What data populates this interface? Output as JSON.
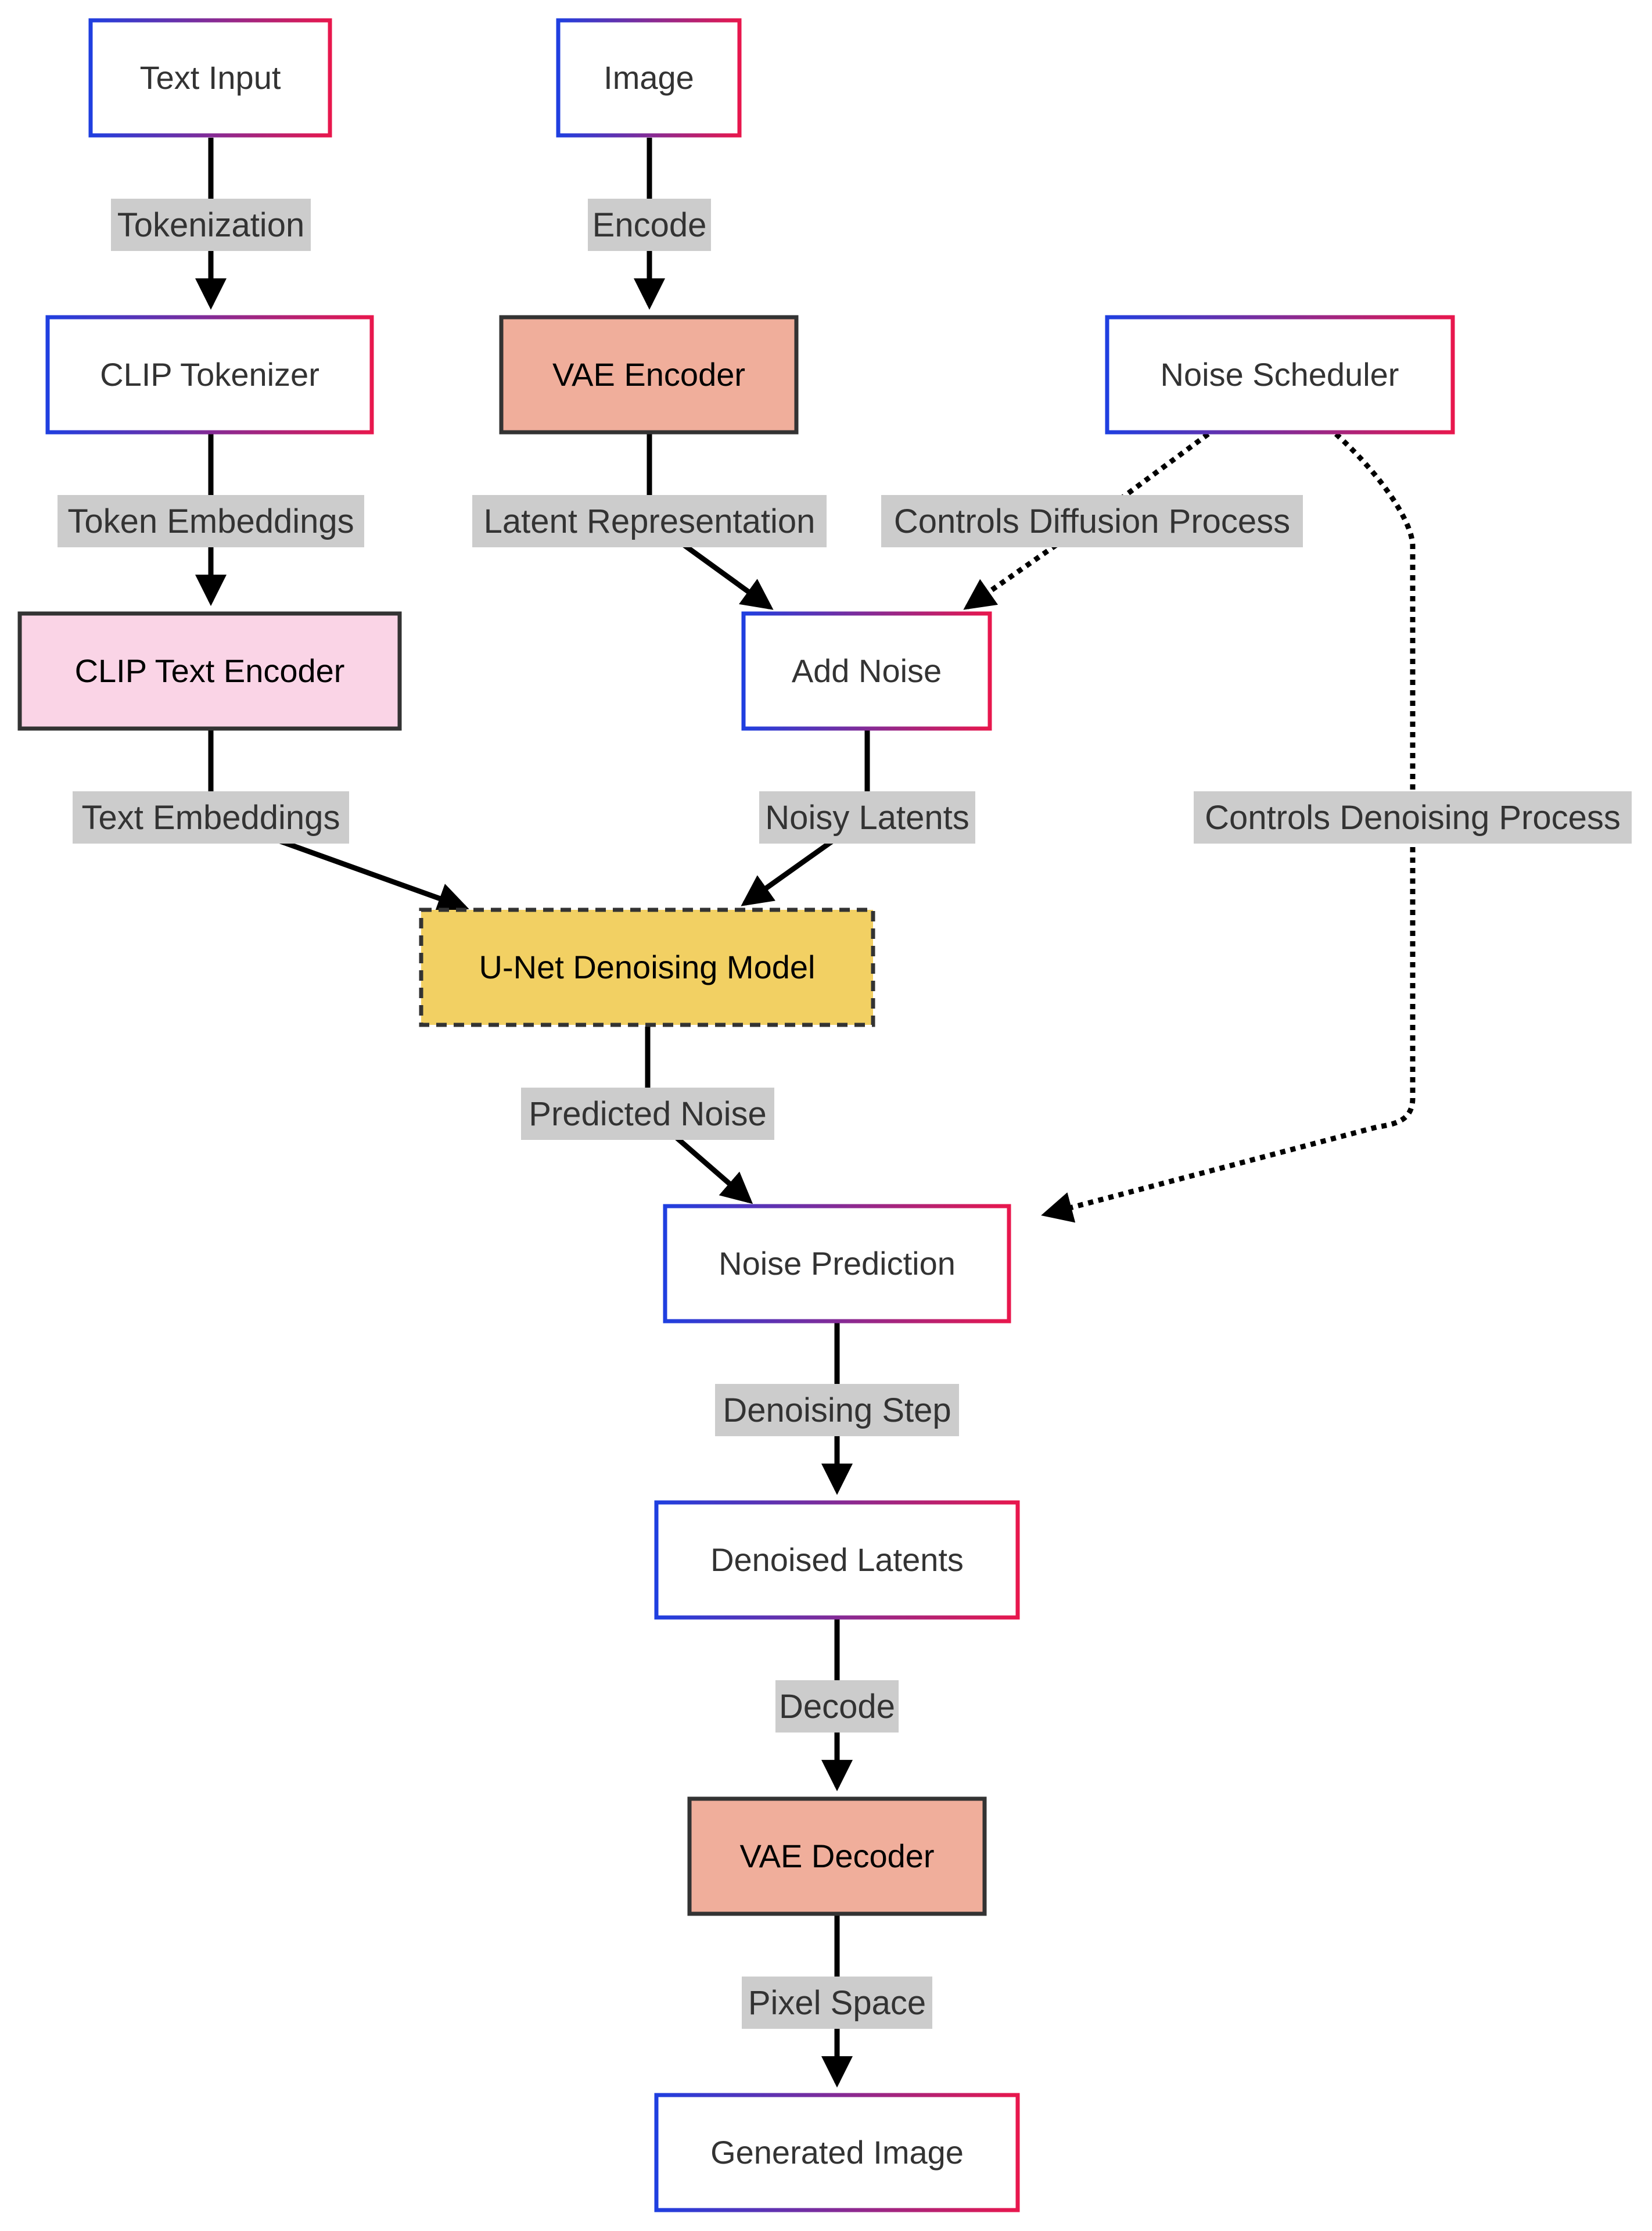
{
  "colors": {
    "gradient_start": "#1f3fe0",
    "gradient_end": "#e8174d",
    "vae_fill": "#f0ae9b",
    "clip_fill": "#fad4e6",
    "unet_fill": "#f2d063",
    "label_bg": "#cccccc",
    "node_border_dark": "#333333"
  },
  "nodes": {
    "text_input": "Text Input",
    "image": "Image",
    "clip_tokenizer": "CLIP Tokenizer",
    "vae_encoder": "VAE Encoder",
    "noise_scheduler": "Noise Scheduler",
    "clip_text_encoder": "CLIP Text Encoder",
    "add_noise": "Add Noise",
    "unet": "U-Net Denoising Model",
    "noise_prediction": "Noise Prediction",
    "denoised_latents": "Denoised Latents",
    "vae_decoder": "VAE Decoder",
    "generated_image": "Generated Image"
  },
  "edges": {
    "tokenization": "Tokenization",
    "encode": "Encode",
    "token_embeddings": "Token Embeddings",
    "latent_representation": "Latent Representation",
    "controls_diffusion": "Controls Diffusion Process",
    "text_embeddings": "Text Embeddings",
    "noisy_latents": "Noisy Latents",
    "controls_denoising": "Controls Denoising Process",
    "predicted_noise": "Predicted Noise",
    "denoising_step": "Denoising Step",
    "decode": "Decode",
    "pixel_space": "Pixel Space"
  }
}
